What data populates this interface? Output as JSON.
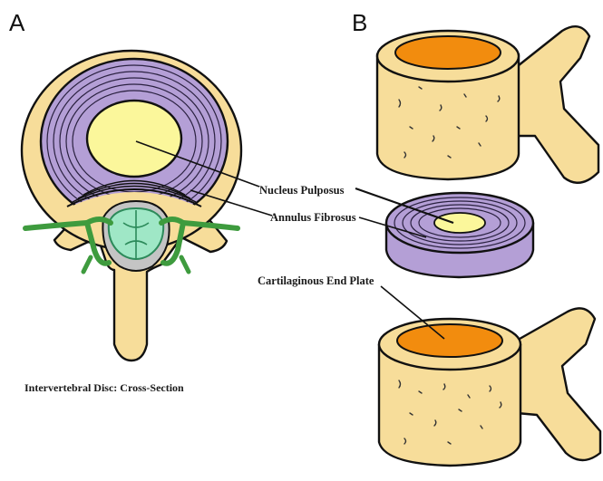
{
  "panels": {
    "a_label": "A",
    "b_label": "B"
  },
  "labels": {
    "nucleus": "Nucleus Pulposus",
    "annulus": "Annulus Fibrosus",
    "endplate": "Cartilaginous End Plate"
  },
  "caption": "Intervertebral Disc: Cross-Section",
  "colors": {
    "bone": "#f7dd9a",
    "annulus": "#b49fd6",
    "nucleus": "#fbf79b",
    "endplate": "#f28c0e",
    "spinal_cord": "#9fe7c6",
    "nerve": "#3e9b3e"
  }
}
